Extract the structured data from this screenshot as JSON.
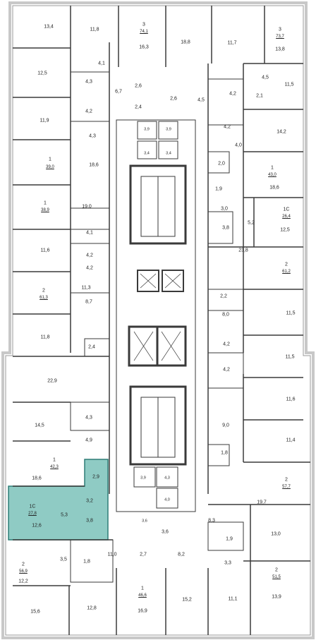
{
  "colors": {
    "wall": "#3a3a3a",
    "facade": "#c8c8c8",
    "highlight": "#8fcbc4",
    "highlight_stroke": "#2f7d76",
    "paper": "#ffffff"
  },
  "apartments": [
    {
      "id": "apt-3-74-1",
      "rooms": "3",
      "area": "74,1"
    },
    {
      "id": "apt-3-73-7",
      "rooms": "3",
      "area": "73,7"
    },
    {
      "id": "apt-1-39-0",
      "rooms": "1",
      "area": "39,0"
    },
    {
      "id": "apt-1-43-0",
      "rooms": "1",
      "area": "43,0"
    },
    {
      "id": "apt-1-38-9",
      "rooms": "1",
      "area": "38,9"
    },
    {
      "id": "apt-1c-26-4",
      "rooms": "1С",
      "area": "26,4"
    },
    {
      "id": "apt-2-61-2",
      "rooms": "2",
      "area": "61,2"
    },
    {
      "id": "apt-2-61-3",
      "rooms": "2",
      "area": "61,3"
    },
    {
      "id": "apt-1-42-3",
      "rooms": "1",
      "area": "42,3"
    },
    {
      "id": "apt-2-57-7",
      "rooms": "2",
      "area": "57,7"
    },
    {
      "id": "apt-1c-27-8",
      "rooms": "1С",
      "area": "27,8",
      "selected": true
    },
    {
      "id": "apt-2-56-9",
      "rooms": "2",
      "area": "56,9"
    },
    {
      "id": "apt-2-51-5",
      "rooms": "2",
      "area": "51,5"
    },
    {
      "id": "apt-1-46-6",
      "rooms": "1",
      "area": "46,6"
    }
  ],
  "rooms": [
    "13,4",
    "11,8",
    "16,3",
    "18,8",
    "11,7",
    "13,8",
    "4,1",
    "12,5",
    "4,3",
    "6,7",
    "2,6",
    "2,6",
    "4,5",
    "4,5",
    "11,5",
    "4,2",
    "2,4",
    "4,2",
    "2,1",
    "11,9",
    "4,3",
    "3,9",
    "3,9",
    "4,2",
    "14,2",
    "18,6",
    "3,4",
    "3,4",
    "4,0",
    "2,0",
    "18,6",
    "1,9",
    "19,0",
    "3,0",
    "5,2",
    "12,5",
    "4,1",
    "3,8",
    "11,6",
    "4,2",
    "23,8",
    "4,2",
    "11,3",
    "2,2",
    "8,7",
    "11,5",
    "11,8",
    "2,4",
    "8,0",
    "4,2",
    "11,5",
    "22,9",
    "4,2",
    "14,5",
    "4,3",
    "11,6",
    "4,9",
    "9,0",
    "11,4",
    "18,6",
    "1,8",
    "2,9",
    "3,9",
    "4,3",
    "3,2",
    "4,0",
    "5,3",
    "3,8",
    "12,6",
    "19,7",
    "3,6",
    "3,6",
    "8,3",
    "1,9",
    "13,0",
    "11,0",
    "2,7",
    "8,2",
    "3,5",
    "1,8",
    "3,3",
    "12,2",
    "11,1",
    "13,9",
    "15,6",
    "12,8",
    "16,9",
    "15,2"
  ]
}
